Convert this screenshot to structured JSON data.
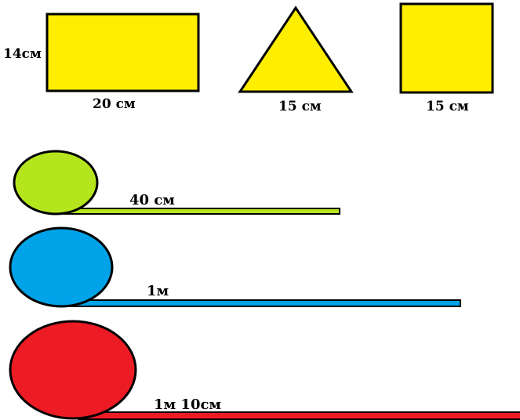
{
  "shapes": {
    "rectangle": {
      "height_label": "14см",
      "width_label": "20 см"
    },
    "triangle": {
      "side_label": "15 см"
    },
    "square": {
      "side_label": "15 см"
    }
  },
  "circles": {
    "green": {
      "strip_label": "40 см"
    },
    "blue": {
      "strip_label": "1м"
    },
    "red": {
      "strip_label": "1м 10см"
    }
  },
  "colors": {
    "shape_fill": "#ffee00",
    "outline": "#000000",
    "green": "#b5e61d",
    "blue": "#00a2e8",
    "red": "#ed1c24"
  }
}
